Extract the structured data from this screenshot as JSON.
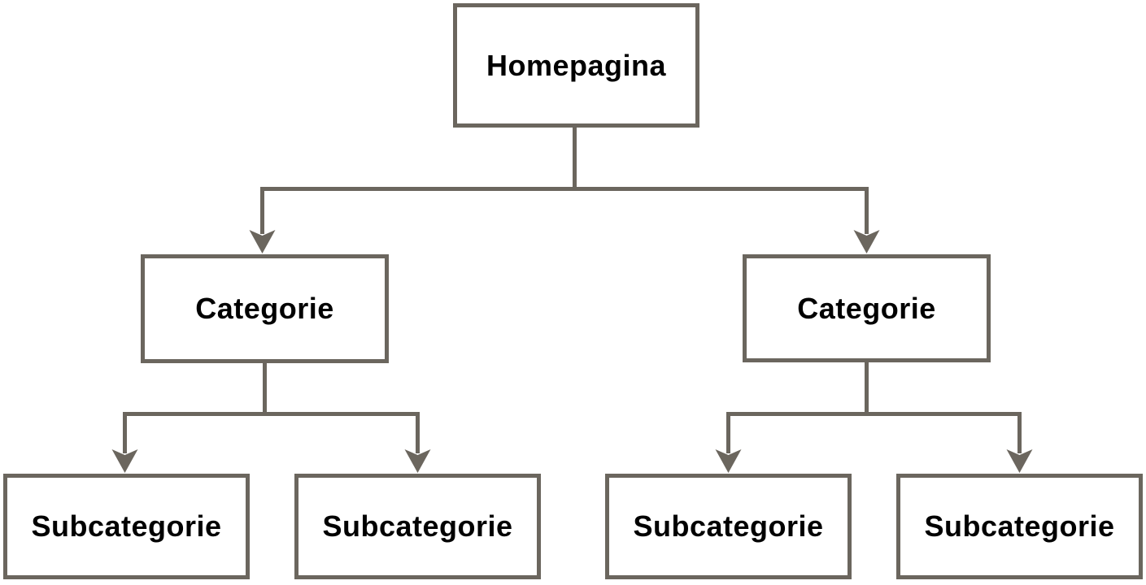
{
  "diagram": {
    "type": "tree",
    "colors": {
      "line": "#6B665E",
      "box_border": "#6B665E",
      "box_fill": "#FFFFFF",
      "text": "#000000",
      "background": "#FFFFFF"
    },
    "nodes": {
      "root": {
        "label": "Homepagina"
      },
      "category_left": {
        "label": "Categorie"
      },
      "category_right": {
        "label": "Categorie"
      },
      "subcategory_1": {
        "label": "Subcategorie"
      },
      "subcategory_2": {
        "label": "Subcategorie"
      },
      "subcategory_3": {
        "label": "Subcategorie"
      },
      "subcategory_4": {
        "label": "Subcategorie"
      }
    },
    "edges": [
      {
        "from": "root",
        "to": "category_left",
        "arrow": "down"
      },
      {
        "from": "root",
        "to": "category_right",
        "arrow": "down"
      },
      {
        "from": "category_left",
        "to": "subcategory_1",
        "arrow": "down"
      },
      {
        "from": "category_left",
        "to": "subcategory_2",
        "arrow": "down"
      },
      {
        "from": "category_right",
        "to": "subcategory_3",
        "arrow": "down"
      },
      {
        "from": "category_right",
        "to": "subcategory_4",
        "arrow": "down"
      }
    ]
  }
}
